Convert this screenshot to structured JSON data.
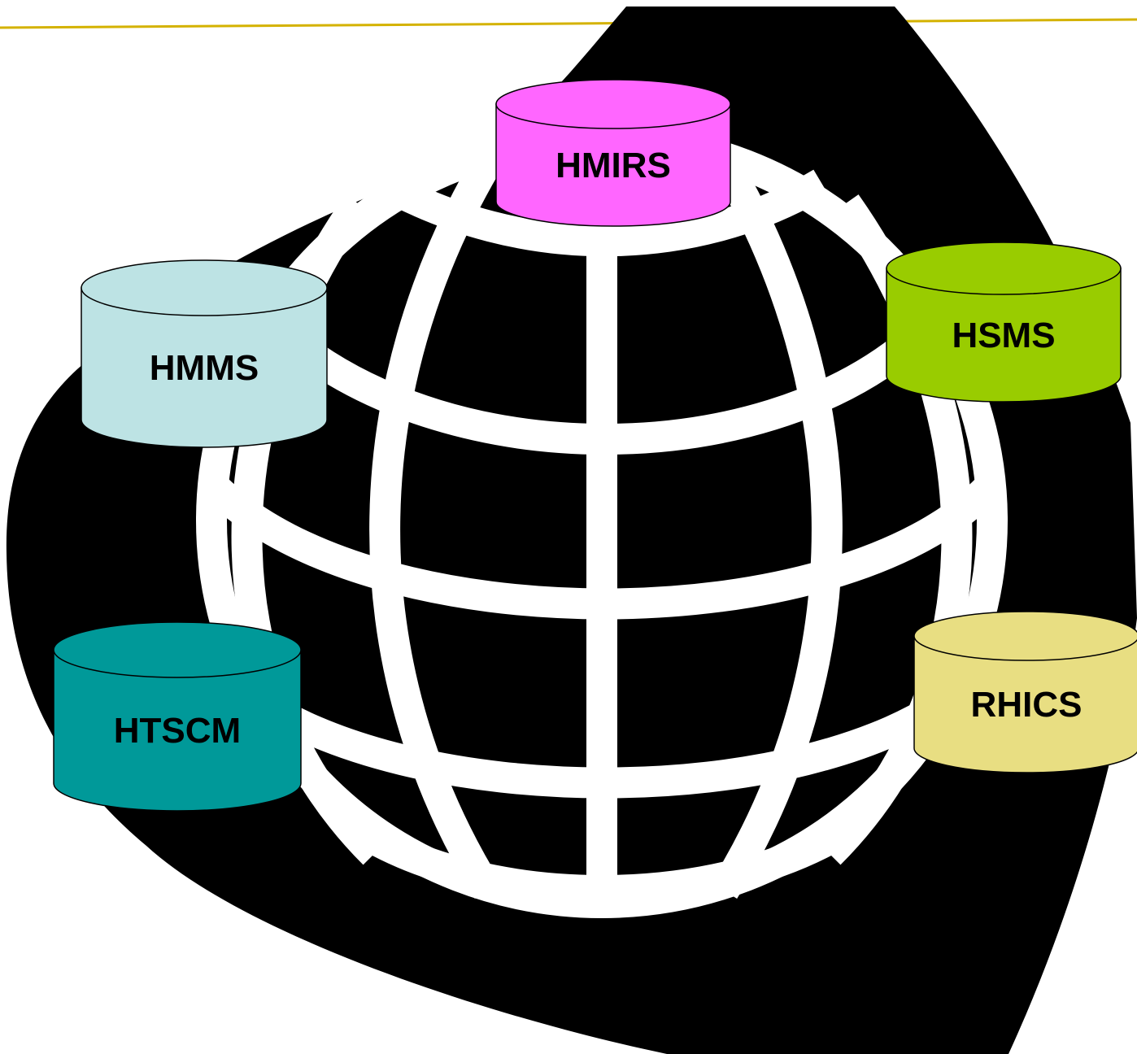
{
  "colors": {
    "background": "#ffffff",
    "top_rule": "#d4b200",
    "globe_shape": "#000000",
    "grid_lines": "#ffffff"
  },
  "databases": [
    {
      "id": "hmirs",
      "label": "HMIRS",
      "color": "#ff66ff"
    },
    {
      "id": "hmms",
      "label": "HMMS",
      "color": "#bde3e4"
    },
    {
      "id": "hsms",
      "label": "HSMS",
      "color": "#99cc00"
    },
    {
      "id": "htscm",
      "label": "HTSCM",
      "color": "#009999"
    },
    {
      "id": "rhics",
      "label": "RHICS",
      "color": "#e8de82"
    }
  ]
}
